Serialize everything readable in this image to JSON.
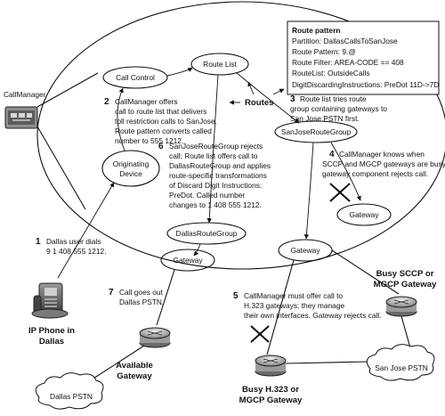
{
  "route_pattern_box": {
    "title": "Route pattern",
    "lines": [
      "Partition: DallasCallsToSanJose",
      "Route Pattern: 9.@",
      "Route Filter: AREA-CODE == 408",
      "RouteList: OutsideCalls",
      "DigitDiscardingInstructions: PreDot 11D->7D"
    ]
  },
  "nodes": {
    "callmanager": "CallManager",
    "call_control": "Call Control",
    "route_list": "Route List",
    "routes": "Routes",
    "sanjose_route_group": "SanJoseRouteGroup",
    "originating_device": [
      "Originating",
      "Device"
    ],
    "dallas_route_group": "DallasRouteGroup",
    "gateway_dallas": "Gateway",
    "gateway_sanjose": "Gateway",
    "gateway_busy": "Gateway"
  },
  "steps": [
    {
      "number": "1",
      "lines": [
        "Dallas user dials",
        "9 1 408 555 1212."
      ]
    },
    {
      "number": "2",
      "lines": [
        "CallManager offers",
        "call to route list that delivers",
        "toll restriction calls to SanJose.",
        "Route pattern converts called",
        "number to 555 1212."
      ]
    },
    {
      "number": "3",
      "lines": [
        "Route list tries route",
        "group containing gateways to",
        "San Jose PSTN first."
      ]
    },
    {
      "number": "4",
      "lines": [
        "CallManager knows when",
        "SCCP and MGCP gateways are busy;",
        "gateway component rejects call."
      ]
    },
    {
      "number": "5",
      "lines": [
        "CallManager must offer call to",
        "H.323 gateways; they manage",
        "their own interfaces. Gateway rejects call."
      ]
    },
    {
      "number": "6",
      "lines": [
        "SanJoseRouteGroup rejects",
        "call; Route list offers call to",
        "DallasRouteGroup and applies",
        "route-specific transformations",
        "of Discard Digit Instructions:",
        "PreDot. Called number",
        "changes to 1 408 555 1212."
      ]
    },
    {
      "number": "7",
      "lines": [
        "Call goes out",
        "Dallas PSTN."
      ]
    }
  ],
  "devices": {
    "ip_phone": [
      "IP Phone in",
      "Dallas"
    ],
    "available_gateway": [
      "Available",
      "Gateway"
    ],
    "busy_h323": [
      "Busy H.323 or",
      "MGCP Gateway"
    ],
    "busy_sccp": [
      "Busy SCCP or",
      "MGCP Gateway"
    ]
  },
  "clouds": {
    "dallas_pstn": "Dallas PSTN",
    "sanjose_pstn": "San Jose PSTN"
  },
  "colors": {
    "line": "#111111",
    "device_gray": "#8e8e8e",
    "device_dark": "#4a4a4a",
    "router_light": "#c9c9c9"
  }
}
